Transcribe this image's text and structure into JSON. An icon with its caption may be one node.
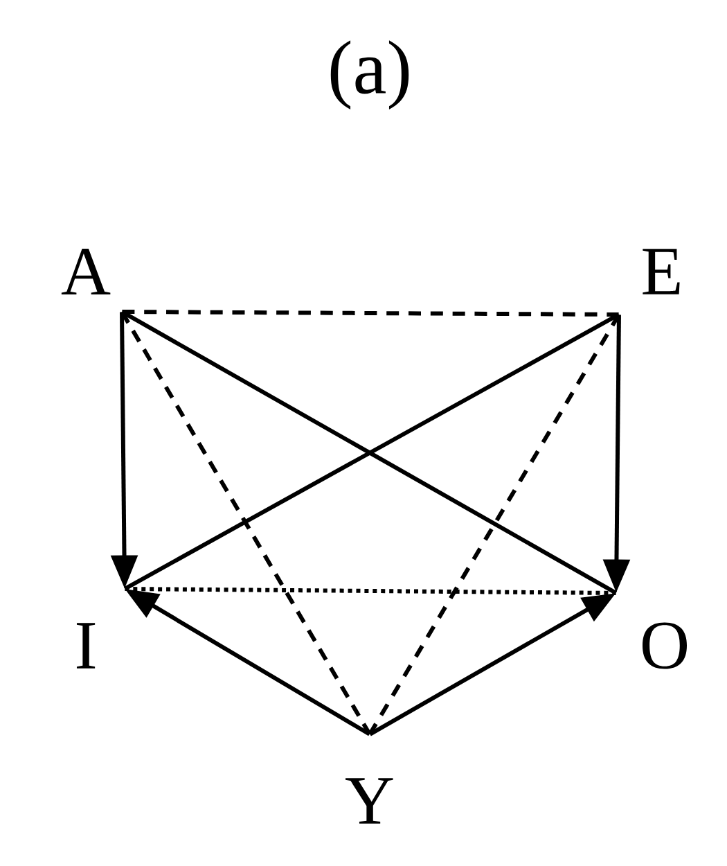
{
  "diagram": {
    "title": "(a)",
    "nodes": [
      {
        "text": [
          "A"
        ]
      },
      {
        "text": [
          "E"
        ]
      },
      {
        "text": [
          "I"
        ]
      },
      {
        "text": [
          "O"
        ]
      },
      {
        "text": [
          "Y"
        ]
      }
    ],
    "edges": [
      {
        "from": 0,
        "to": 1,
        "arrow": "none",
        "style": "dashed"
      },
      {
        "from": 0,
        "to": 2,
        "arrow": "to"
      },
      {
        "from": 0,
        "to": 3,
        "arrow": "none"
      },
      {
        "from": 0,
        "to": 4,
        "arrow": "none",
        "style": "dashed"
      },
      {
        "from": 1,
        "to": 3,
        "arrow": "to"
      },
      {
        "from": 1,
        "to": 2,
        "arrow": "none"
      },
      {
        "from": 1,
        "to": 4,
        "arrow": "none",
        "style": "dashed"
      },
      {
        "from": 2,
        "to": 3,
        "arrow": "none",
        "style": "dashed"
      },
      {
        "from": 4,
        "to": 2,
        "arrow": "to"
      },
      {
        "from": 4,
        "to": 3,
        "arrow": "to"
      }
    ]
  }
}
